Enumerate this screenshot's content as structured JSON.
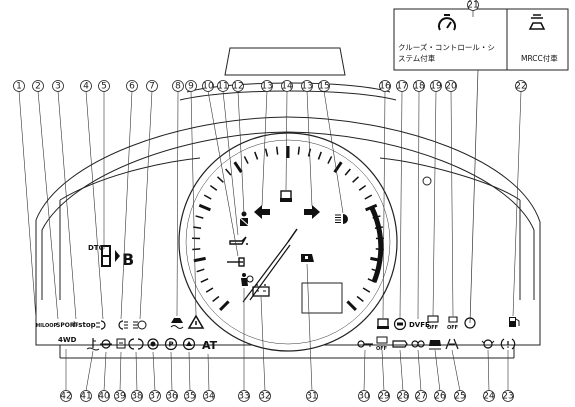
{
  "callouts": {
    "top": [
      "1",
      "2",
      "3",
      "4",
      "5",
      "6",
      "7",
      "8",
      "9",
      "10",
      "11",
      "12",
      "13",
      "14",
      "13",
      "15",
      "16",
      "17",
      "18",
      "19",
      "20",
      "21",
      "22"
    ],
    "bottom": [
      "42",
      "41",
      "40",
      "39",
      "38",
      "37",
      "36",
      "35",
      "34",
      "33",
      "32",
      "31",
      "30",
      "29",
      "28",
      "27",
      "26",
      "25",
      "24",
      "23"
    ]
  },
  "legend": {
    "jp_text_line1": "クルーズ・コントロール・シ",
    "jp_text_line2": "ステム付車",
    "mrcc_text": "MRCC付車"
  },
  "indicators": {
    "hiloop": "HILOOP",
    "sport": "SPORT",
    "istop": "i-stop",
    "fwd": "4WD",
    "at": "AT",
    "dtc": "DTC",
    "dvfe": "DVFE",
    "seg_b": "B",
    "off1": "OFF",
    "off2": "OFF",
    "off3": "OFF"
  }
}
